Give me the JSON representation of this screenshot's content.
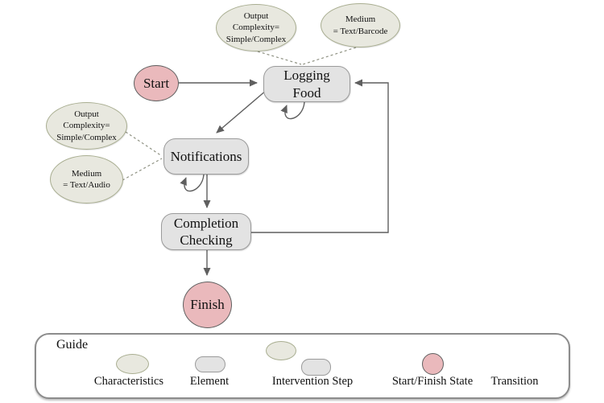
{
  "nodes": {
    "start": "Start",
    "logging_food": "Logging\nFood",
    "notifications": "Notifications",
    "completion_checking": "Completion\nChecking",
    "finish": "Finish"
  },
  "characteristics": [
    {
      "id": "output-complexity-logging",
      "text": "Output\nComplexity=\nSimple/Complex",
      "attached_to": "logging_food"
    },
    {
      "id": "medium-text-barcode",
      "text": "Medium\n= Text/Barcode",
      "attached_to": "logging_food"
    },
    {
      "id": "output-complexity-notifications",
      "text": "Output\nComplexity=\nSimple/Complex",
      "attached_to": "notifications"
    },
    {
      "id": "medium-text-audio",
      "text": "Medium\n= Text/Audio",
      "attached_to": "notifications"
    }
  ],
  "edges": [
    {
      "from": "start",
      "to": "logging_food",
      "type": "transition"
    },
    {
      "from": "logging_food",
      "to": "notifications",
      "type": "transition"
    },
    {
      "from": "logging_food",
      "to": "logging_food",
      "type": "self-loop"
    },
    {
      "from": "notifications",
      "to": "notifications",
      "type": "self-loop"
    },
    {
      "from": "notifications",
      "to": "completion_checking",
      "type": "transition"
    },
    {
      "from": "completion_checking",
      "to": "finish",
      "type": "transition"
    },
    {
      "from": "completion_checking",
      "to": "logging_food",
      "type": "transition"
    }
  ],
  "legend": {
    "title": "Guide",
    "items": [
      {
        "label": "Characteristics"
      },
      {
        "label": "Element"
      },
      {
        "label": "Intervention Step"
      },
      {
        "label": "Start/Finish State"
      },
      {
        "label": "Transition"
      }
    ]
  },
  "colors": {
    "characteristic_fill": "#e8e8df",
    "characteristic_border": "#a9ae91",
    "element_fill": "#e3e3e3",
    "element_border": "#9b9b9b",
    "state_fill": "#eab9bc",
    "state_border": "#606060",
    "connector": "#5f5f5f",
    "dashed_connector": "#8f9283",
    "legend_border": "#8c8c8c",
    "background": "#ffffff"
  }
}
